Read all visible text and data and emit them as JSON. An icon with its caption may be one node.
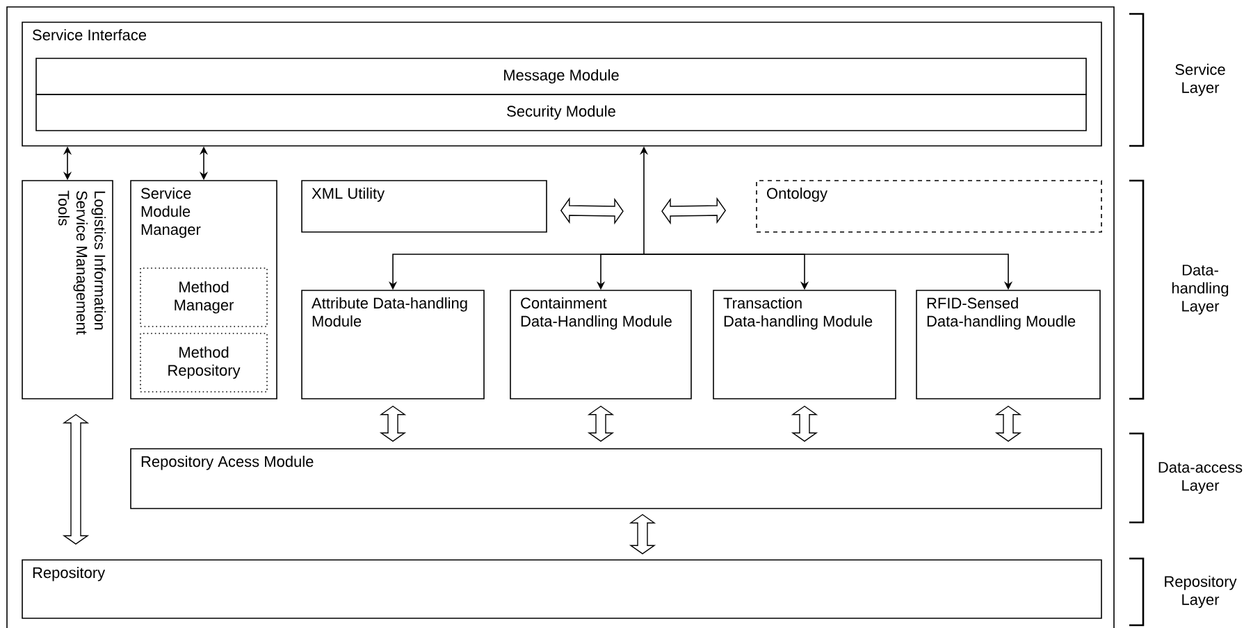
{
  "diagram": {
    "nodes": [
      {
        "text": [
          "Service Interface"
        ]
      },
      {
        "text": [
          "Message Module"
        ],
        "in": 0
      },
      {
        "text": [
          "Security Module"
        ],
        "in": 0
      },
      {
        "text": [
          "Logistics Information Service Management Tools"
        ]
      },
      {
        "text": [
          "Service Module Manager"
        ]
      },
      {
        "text": [
          "Method Manager"
        ],
        "in": 4
      },
      {
        "text": [
          "Method Repository"
        ],
        "in": 4
      },
      {
        "text": [
          "XML Utility"
        ]
      },
      {
        "text": [
          "Ontology"
        ]
      },
      {
        "text": [
          "Attribute Data-handling Module"
        ]
      },
      {
        "text": [
          "Containment Data-Handling Module"
        ]
      },
      {
        "text": [
          "Transaction Data-handling Module"
        ]
      },
      {
        "text": [
          "RFID-Sensed Data-handling Moudle"
        ]
      },
      {
        "text": [
          "Repository Acess Module"
        ]
      },
      {
        "text": [
          "Repository"
        ]
      }
    ],
    "edges": [
      {
        "from": 3,
        "to": 0,
        "arrow": "both"
      },
      {
        "from": 4,
        "to": 0,
        "arrow": "both"
      },
      {
        "from": 0,
        "to": 9,
        "arrow": "both"
      },
      {
        "from": 0,
        "to": 10,
        "arrow": "both"
      },
      {
        "from": 0,
        "to": 11,
        "arrow": "both"
      },
      {
        "from": 0,
        "to": 12,
        "arrow": "both"
      },
      {
        "from": 7,
        "to": null,
        "arrow": "both"
      },
      {
        "from": null,
        "to": 8,
        "arrow": "both"
      },
      {
        "from": 9,
        "to": 13,
        "arrow": "both"
      },
      {
        "from": 10,
        "to": 13,
        "arrow": "both"
      },
      {
        "from": 11,
        "to": 13,
        "arrow": "both"
      },
      {
        "from": 12,
        "to": 13,
        "arrow": "both"
      },
      {
        "from": 13,
        "to": 14,
        "arrow": "both"
      },
      {
        "from": 3,
        "to": 14,
        "arrow": "both"
      }
    ],
    "labels": [
      "Service Layer",
      "Data-handling Layer",
      "Data-access Layer",
      "Repository Layer"
    ]
  }
}
